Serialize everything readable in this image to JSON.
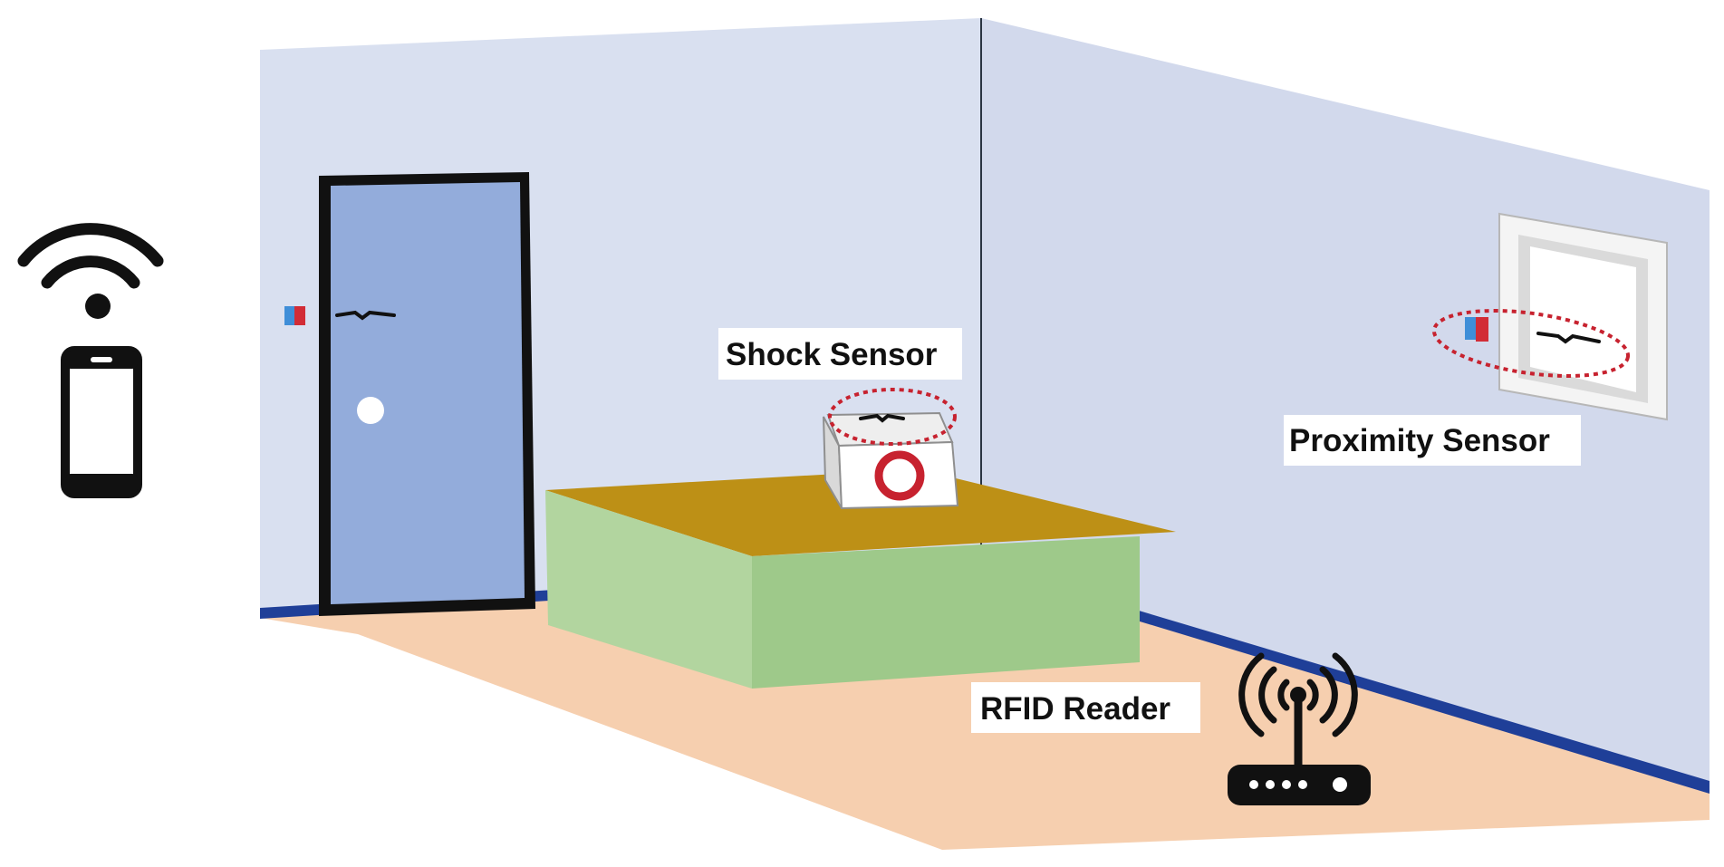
{
  "labels": {
    "shock_sensor": "Shock Sensor",
    "proximity_sensor": "Proximity Sensor",
    "rfid_reader": "RFID Reader"
  },
  "colors": {
    "wall": "#d9e0f0",
    "wall_edge": "#c6cfe4",
    "floor": "#f6cfaf",
    "baseboard": "#1f3f98",
    "door": "#93acdb",
    "door_frame": "#111111",
    "table_top": "#bd9016",
    "table_front": "#9ec98a",
    "table_side": "#b2d59f",
    "highlight_ring": "#c7222f",
    "first_aid_cross": "#c7222f",
    "icon": "#111111"
  },
  "icons": {
    "wifi": "wifi-icon",
    "phone": "smartphone-icon",
    "router": "rfid-reader-icon",
    "first_aid": "first-aid-kit-icon"
  }
}
